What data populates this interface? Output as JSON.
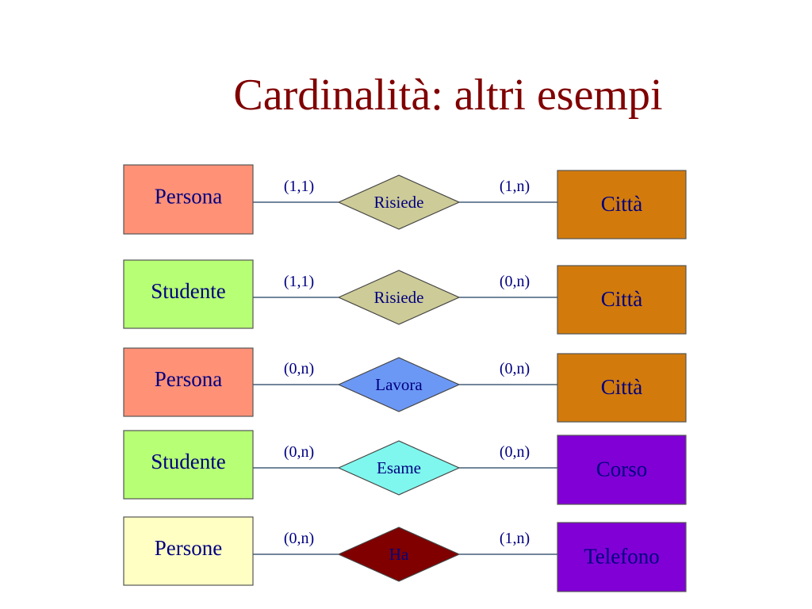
{
  "title": "Cardinalità: altri esempi",
  "rows": [
    {
      "left": {
        "label": "Persona",
        "fill": "#FF9177"
      },
      "relation": {
        "label": "Risiede",
        "fill": "#CDCB97",
        "text_color": "#000080"
      },
      "right": {
        "label": "Città",
        "fill": "#D27B0C",
        "text_color": "#000080"
      },
      "card_left": "(1,1)",
      "card_right": "(1,n)"
    },
    {
      "left": {
        "label": "Studente",
        "fill": "#B7FF74"
      },
      "relation": {
        "label": "Risiede",
        "fill": "#CDCB97",
        "text_color": "#000080"
      },
      "right": {
        "label": "Città",
        "fill": "#D27B0C",
        "text_color": "#000080"
      },
      "card_left": "(1,1)",
      "card_right": "(0,n)"
    },
    {
      "left": {
        "label": "Persona",
        "fill": "#FF9177"
      },
      "relation": {
        "label": "Lavora",
        "fill": "#6C98F5",
        "text_color": "#000080"
      },
      "right": {
        "label": "Città",
        "fill": "#D27B0C",
        "text_color": "#000080"
      },
      "card_left": "(0,n)",
      "card_right": "(0,n)"
    },
    {
      "left": {
        "label": "Studente",
        "fill": "#B7FF74"
      },
      "relation": {
        "label": "Esame",
        "fill": "#7FF7EE",
        "text_color": "#000080"
      },
      "right": {
        "label": "Corso",
        "fill": "#8100D6",
        "text_color": "#000080"
      },
      "card_left": "(0,n)",
      "card_right": "(0,n)"
    },
    {
      "left": {
        "label": "Persone",
        "fill": "#FFFFC4"
      },
      "relation": {
        "label": "Ha",
        "fill": "#800000",
        "text_color": "#000080"
      },
      "right": {
        "label": "Telefono",
        "fill": "#8100D6",
        "text_color": "#000080"
      },
      "card_left": "(0,n)",
      "card_right": "(1,n)"
    }
  ]
}
